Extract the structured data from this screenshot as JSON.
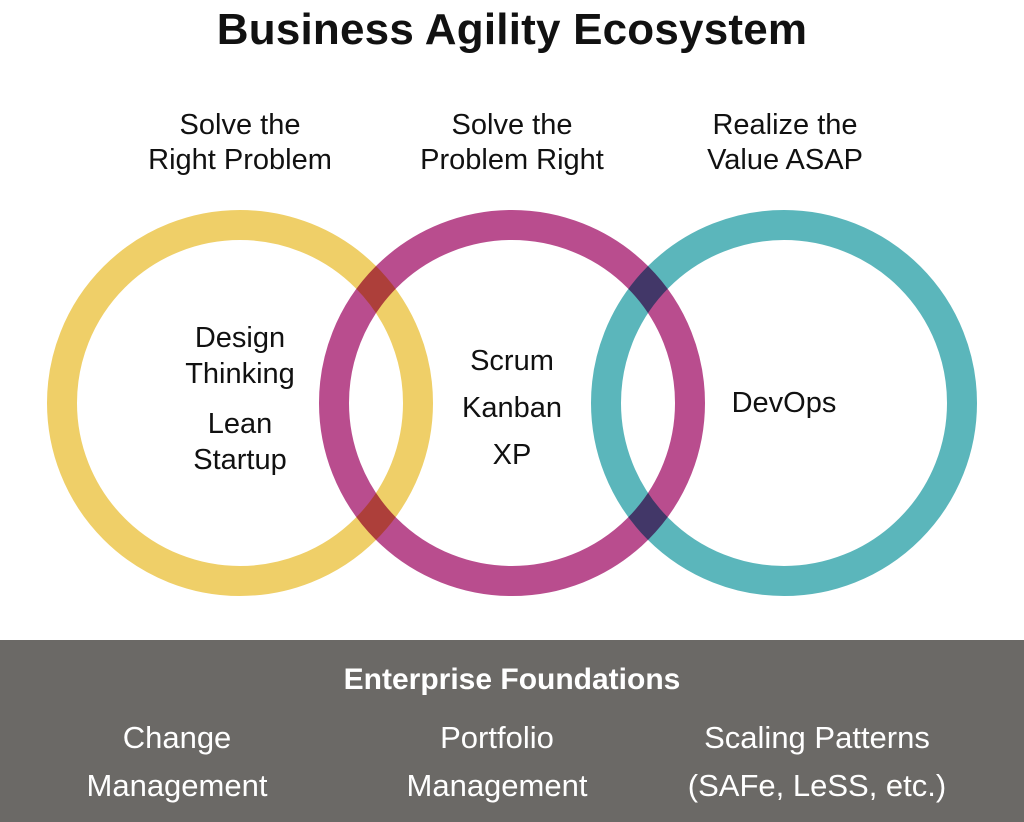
{
  "title": "Business Agility Ecosystem",
  "colors": {
    "yellow": "#efcf68",
    "magenta": "#b94d8e",
    "teal": "#5bb6bb",
    "footer_bg": "#6b6966"
  },
  "columns": [
    {
      "heading": [
        "Solve the",
        "Right Problem"
      ],
      "items": [
        "Design",
        "Thinking",
        "Lean",
        "Startup"
      ]
    },
    {
      "heading": [
        "Solve the",
        "Problem Right"
      ],
      "items": [
        "Scrum",
        "Kanban",
        "XP"
      ]
    },
    {
      "heading": [
        "Realize the",
        "Value ASAP"
      ],
      "items": [
        "DevOps"
      ]
    }
  ],
  "footer": {
    "title": "Enterprise Foundations",
    "items": [
      [
        "Change",
        "Management"
      ],
      [
        "Portfolio",
        "Management"
      ],
      [
        "Scaling Patterns",
        "(SAFe, LeSS, etc.)"
      ]
    ]
  }
}
